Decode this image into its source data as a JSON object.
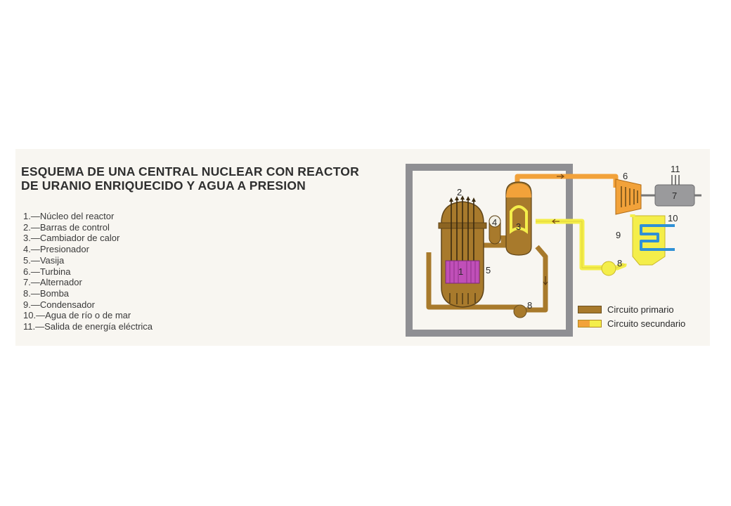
{
  "title": {
    "line1": "ESQUEMA DE UNA CENTRAL NUCLEAR CON REACTOR",
    "line2": "DE URANIO ENRIQUECIDO Y AGUA A PRESION"
  },
  "legend": [
    "1.—Núcleo del reactor",
    "2.—Barras de control",
    "3.—Cambiador de calor",
    "4.—Presionador",
    "5.—Vasija",
    "6.—Turbina",
    "7.—Alternador",
    "8.—Bomba",
    "9.—Condensador",
    "10.—Agua de río o de mar",
    "11.—Salida de energía eléctrica"
  ],
  "diagram_labels": {
    "core": "1",
    "control_rods": "2",
    "heat_exchanger": "3",
    "pressurizer": "4",
    "vessel": "5",
    "turbine": "6",
    "alternator": "7",
    "pump_secondary": "8",
    "pump_primary": "8",
    "condenser": "9",
    "water": "10",
    "electric_output": "11"
  },
  "key": {
    "primary": "Circuito primario",
    "secondary": "Circuito secundario"
  },
  "colors": {
    "primary": "#a87a2c",
    "secondary_orange": "#f2a23a",
    "secondary_yellow": "#f4ee4a",
    "core": "#c04fb8",
    "containment": "#8f8f93",
    "alternator": "#9a9a9c",
    "water": "#2f90d6"
  }
}
